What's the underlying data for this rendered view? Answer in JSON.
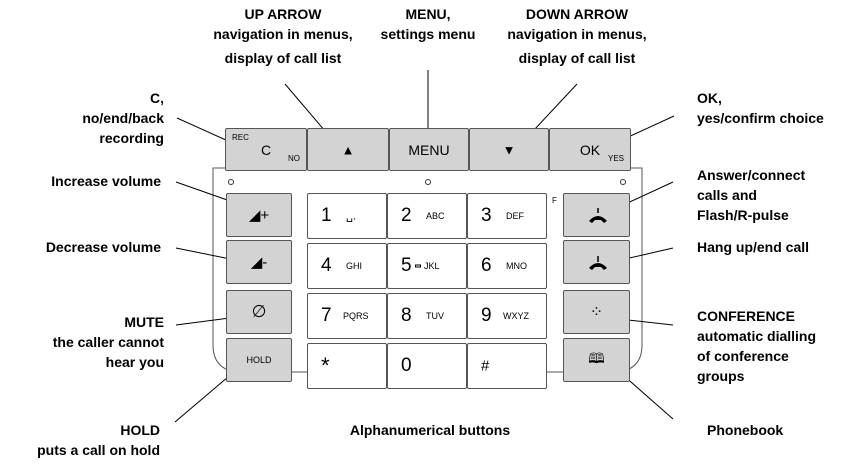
{
  "labels": {
    "up_arrow": [
      "UP ARROW",
      "navigation in menus,",
      "display of call list"
    ],
    "menu": [
      "MENU,",
      "settings menu"
    ],
    "down_arrow": [
      "DOWN ARROW",
      "navigation in menus,",
      "display of call list"
    ],
    "c_key": [
      "C,",
      "no/end/back",
      "recording"
    ],
    "ok_key": [
      "OK,",
      "yes/confirm choice"
    ],
    "increase_volume": [
      "Increase volume"
    ],
    "decrease_volume": [
      "Decrease volume"
    ],
    "answer": [
      "Answer/connect",
      "calls and",
      "Flash/R-pulse"
    ],
    "hang_up": [
      "Hang up/end call"
    ],
    "mute": [
      "MUTE",
      "the caller cannot",
      "hear you"
    ],
    "conference": [
      "CONFERENCE",
      "automatic dialling",
      "of conference",
      "groups"
    ],
    "hold": [
      "HOLD",
      "puts a call on hold"
    ],
    "alphanumerical": [
      "Alphanumerical buttons"
    ],
    "phonebook": [
      "Phonebook"
    ]
  },
  "keys": {
    "c": {
      "main": "C",
      "top": "REC",
      "sub": "NO"
    },
    "up": {
      "glyph": "▲"
    },
    "menu": {
      "main": "MENU"
    },
    "down": {
      "glyph": "▼"
    },
    "ok": {
      "main": "OK",
      "sub": "YES"
    },
    "vol_up": {
      "glyph": "◢+"
    },
    "vol_down": {
      "glyph": "◢-"
    },
    "mute": {
      "glyph": "∅"
    },
    "hold": {
      "main": "HOLD"
    },
    "answer": {
      "top": "F"
    },
    "k1": {
      "num": "1",
      "sub": "␣."
    },
    "k2": {
      "num": "2",
      "sub": "ABC"
    },
    "k3": {
      "num": "3",
      "sub": "DEF"
    },
    "k4": {
      "num": "4",
      "sub": "GHI"
    },
    "k5": {
      "num": "5",
      "sub": "JKL"
    },
    "k6": {
      "num": "6",
      "sub": "MNO"
    },
    "k7": {
      "num": "7",
      "sub": "PQRS"
    },
    "k8": {
      "num": "8",
      "sub": "TUV"
    },
    "k9": {
      "num": "9",
      "sub": "WXYZ"
    },
    "star": {
      "num": "*"
    },
    "k0": {
      "num": "0"
    },
    "hash": {
      "num": "#"
    },
    "conference": {
      "glyph": "⁘"
    },
    "phonebook": {
      "glyph": "🕮"
    }
  }
}
